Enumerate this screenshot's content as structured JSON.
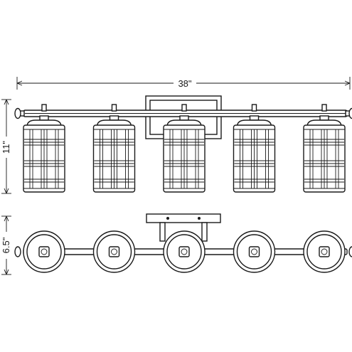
{
  "dimensions": {
    "width_label": "38\"",
    "height_label": "11\"",
    "depth_label": "6.5\""
  },
  "fixture": {
    "shade_count": 5
  }
}
